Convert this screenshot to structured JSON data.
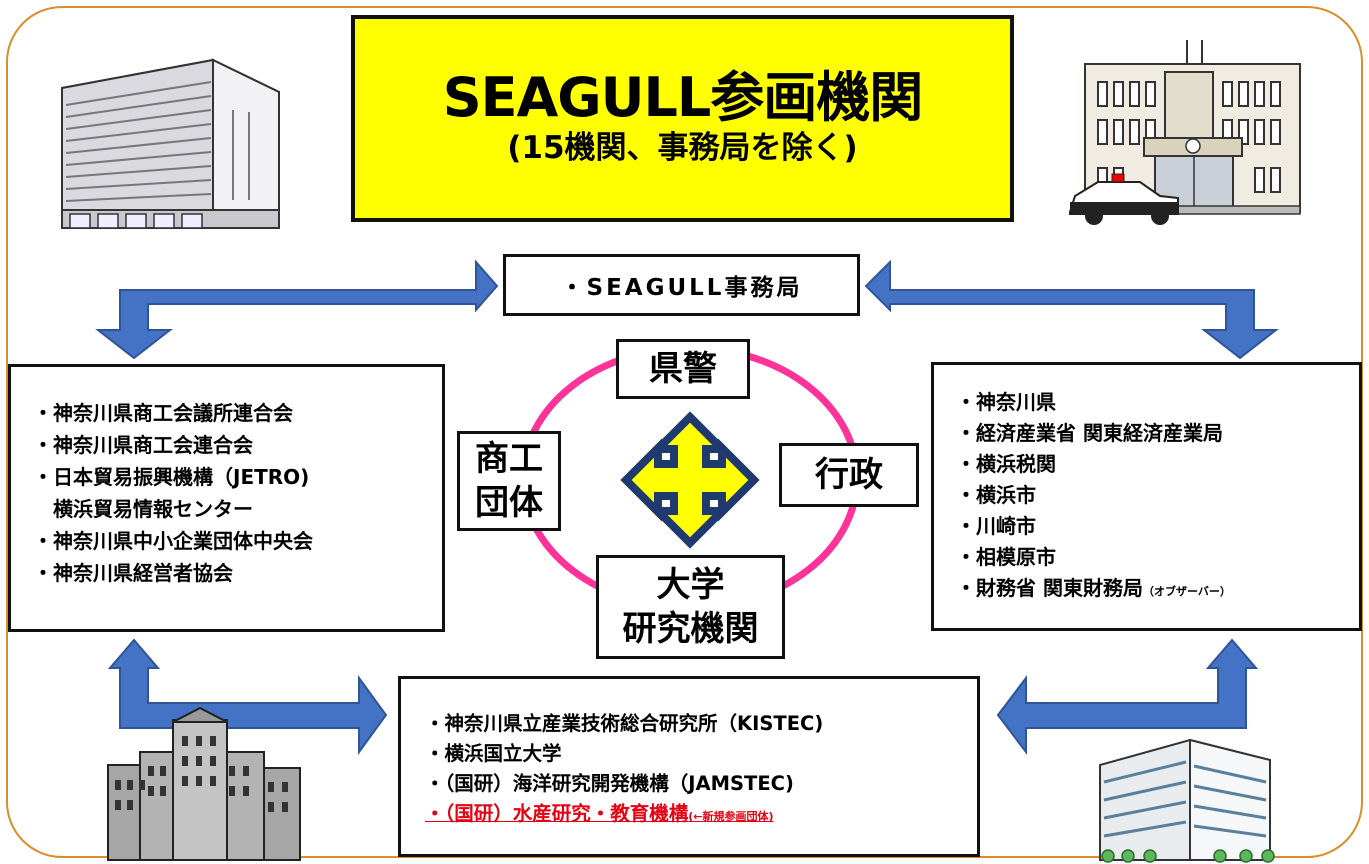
{
  "title": {
    "main": "SEAGULL参画機関",
    "sub": "(15機関、事務局を除く)"
  },
  "secretariat": "・SEAGULL事務局",
  "center": {
    "police": "県警",
    "commerce": "商工\n団体",
    "administration": "行政",
    "university": "大学\n研究機関"
  },
  "left_members": [
    "・神奈川県商工会議所連合会",
    "・神奈川県商工会連合会",
    "・日本貿易振興機構（JETRO)",
    "　横浜貿易情報センター",
    "・神奈川県中小企業団体中央会",
    "・神奈川県経営者協会"
  ],
  "right_members": [
    "・神奈川県",
    "・経済産業省 関東経済産業局",
    "・横浜税関",
    "・横浜市",
    "・川崎市",
    "・相模原市"
  ],
  "right_last": {
    "label": "・財務省 関東財務局",
    "note": "（オブザーバー）"
  },
  "bottom_members": [
    "・神奈川県立産業技術総合研究所（KISTEC)",
    "・横浜国立大学",
    "・（国研）海洋研究開発機構（JAMSTEC)"
  ],
  "bottom_new": {
    "label": "・（国研）水産研究・教育機構",
    "note": "(←新規参画団体)"
  },
  "colors": {
    "title_bg": "#ffff00",
    "arrow": "#4472c4",
    "circle": "#ff3399",
    "cross_fill": "#ffff00",
    "cross_stroke": "#1f3a6e",
    "new_member": "#e60012",
    "frame": "#d98e2b"
  }
}
